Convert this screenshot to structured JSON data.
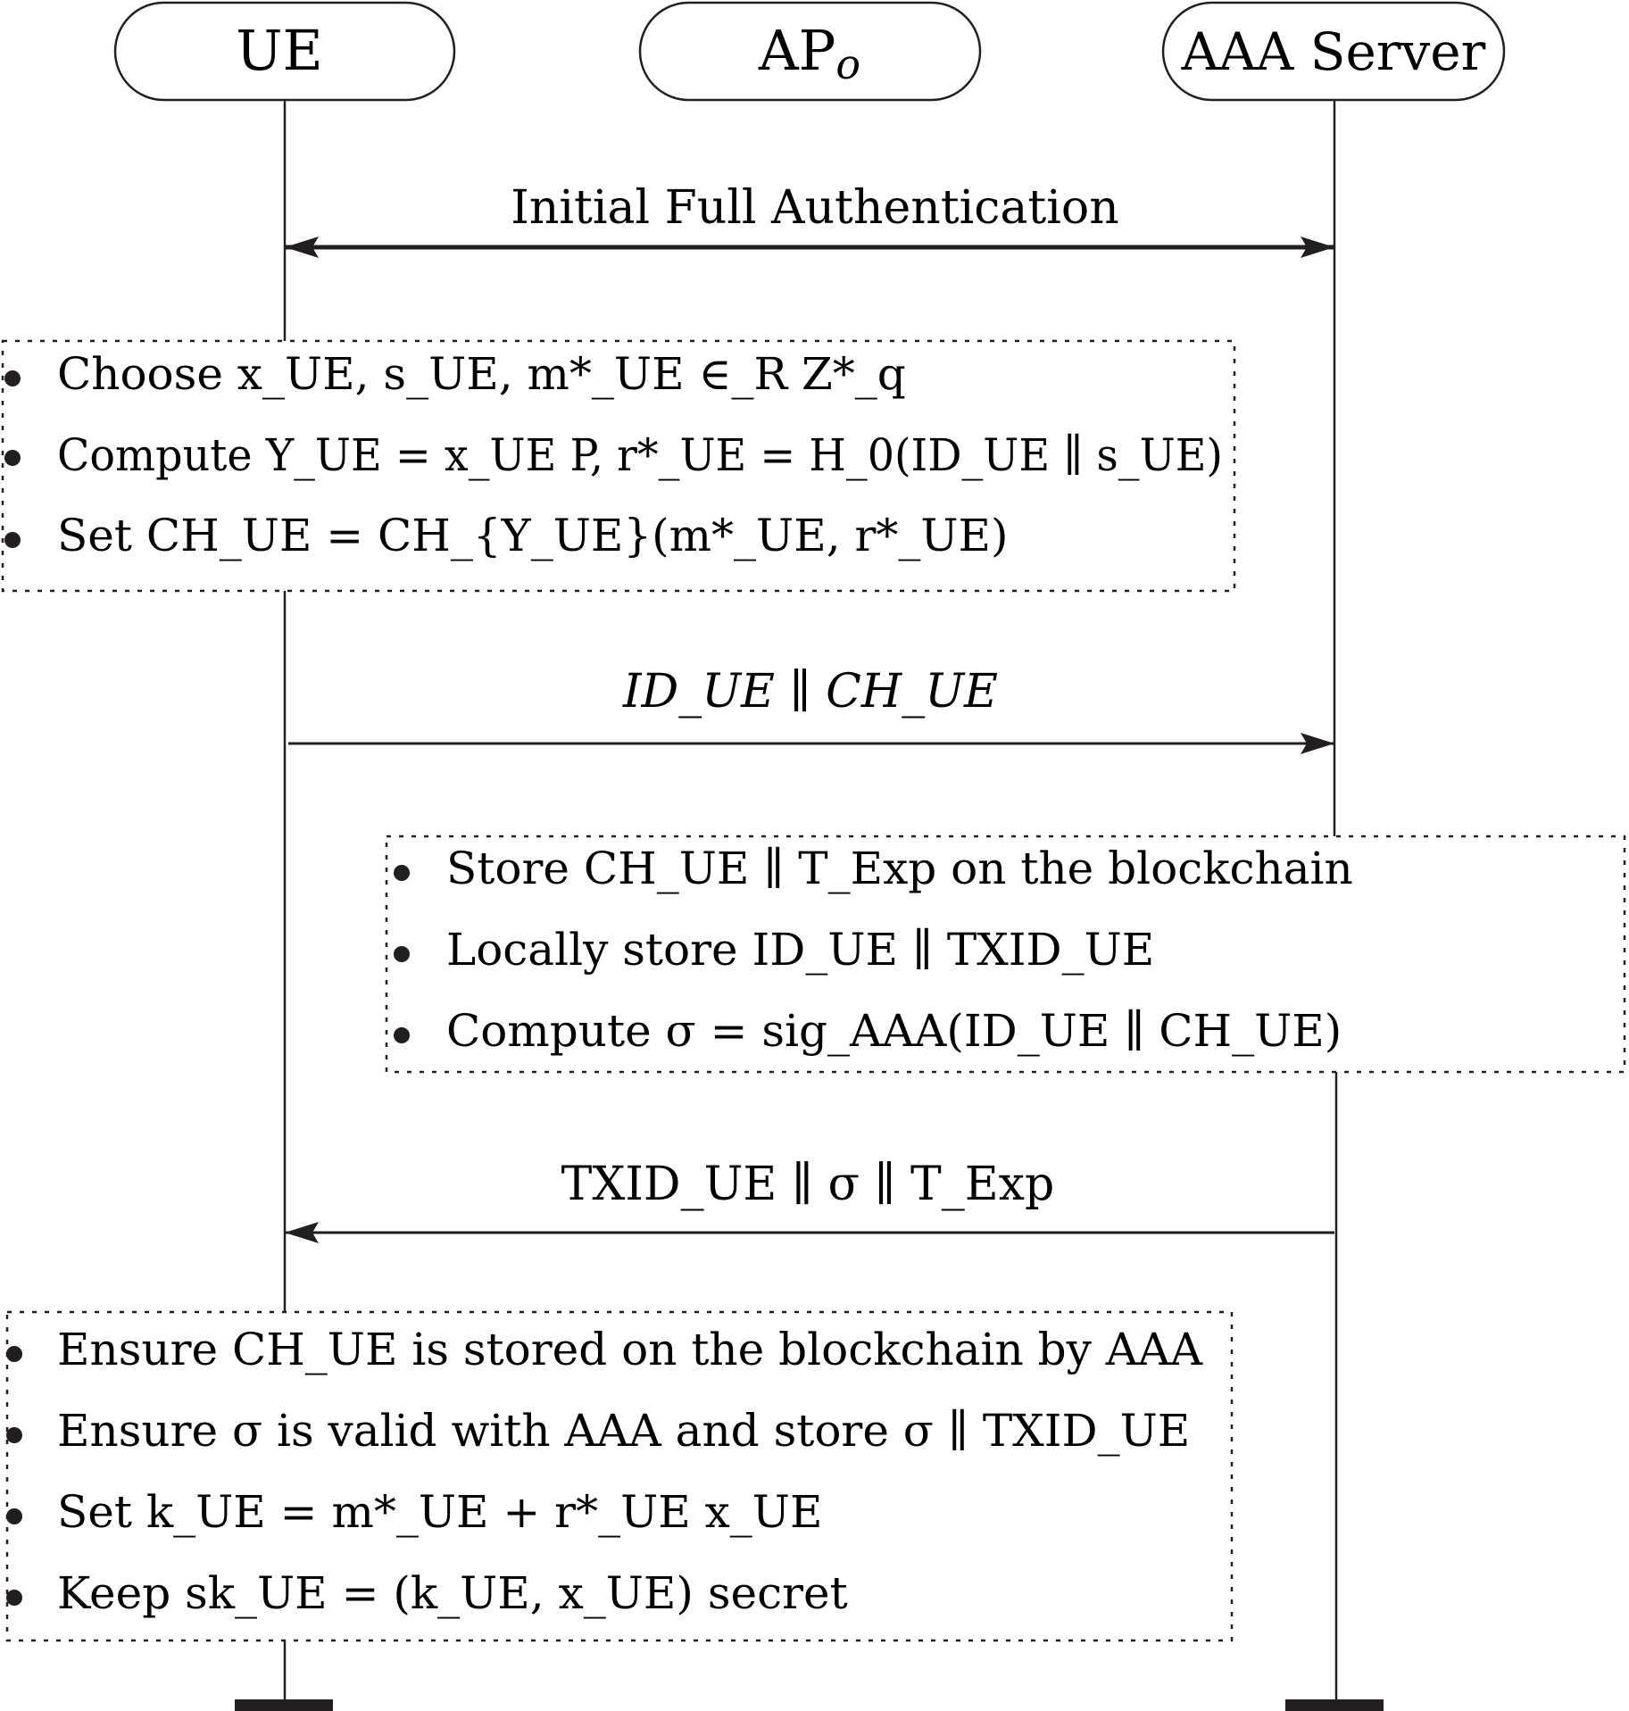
{
  "actors": [
    {
      "id": "ue",
      "label": "UE"
    },
    {
      "id": "ap",
      "label": "AP",
      "label_sub": "o"
    },
    {
      "id": "aaa",
      "label": "AAA Server"
    }
  ],
  "messages": [
    {
      "id": "m1",
      "from": "ue",
      "to": "aaa",
      "direction": "both",
      "label": "Initial Full Authentication"
    },
    {
      "id": "m2",
      "from": "ue",
      "to": "aaa",
      "direction": "right",
      "label": "ID_UE ∥ CH_UE"
    },
    {
      "id": "m3",
      "from": "aaa",
      "to": "ue",
      "direction": "left",
      "label": "TXID_UE ∥ σ ∥ T_Exp"
    }
  ],
  "boxes": [
    {
      "id": "ue-setup",
      "owner": "ue",
      "items": [
        "Choose x_UE, s_UE, m*_UE ∈_R Z*_q",
        "Compute Y_UE = x_UE P, r*_UE = H_0(ID_UE ∥ s_UE)",
        "Set CH_UE = CH_{Y_UE}(m*_UE, r*_UE)"
      ]
    },
    {
      "id": "aaa-store",
      "owner": "aaa",
      "items": [
        "Store CH_UE ∥ T_Exp on the blockchain",
        "Locally store ID_UE ∥ TXID_UE",
        "Compute σ = sig_AAA(ID_UE ∥ CH_UE)"
      ]
    },
    {
      "id": "ue-finish",
      "owner": "ue",
      "items": [
        "Ensure CH_UE is stored on the blockchain by AAA",
        "Ensure σ is valid with AAA and store σ ∥ TXID_UE",
        "Set k_UE = m*_UE + r*_UE x_UE",
        "Keep sk_UE = (k_UE, x_UE) secret"
      ]
    }
  ],
  "colors": {
    "ink": "#231f20",
    "background": "#ffffff"
  }
}
